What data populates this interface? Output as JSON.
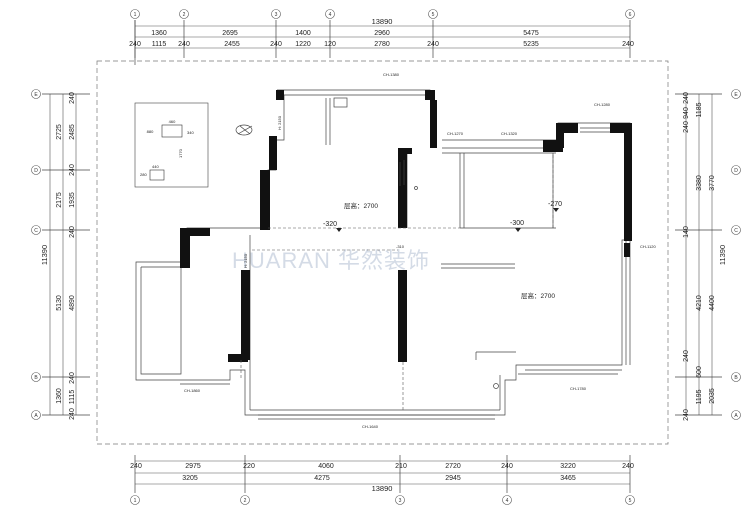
{
  "axes_x": [
    "1",
    "2",
    "3",
    "4",
    "5",
    "6"
  ],
  "axes_y": [
    "E",
    "D",
    "C",
    "B",
    "A"
  ],
  "top": {
    "total": "13890",
    "row1": [
      "1360",
      "2695",
      "1400",
      "2960",
      "5475"
    ],
    "row2": [
      "240",
      "1115",
      "240",
      "2455",
      "240",
      "1220",
      "120",
      "2780",
      "240",
      "5235",
      "240"
    ]
  },
  "bottom": {
    "total": "13890",
    "row1": [
      "240",
      "2975",
      "220",
      "4060",
      "210",
      "2720",
      "240",
      "3220",
      "240"
    ],
    "row2": [
      "3205",
      "4275",
      "2945",
      "3465"
    ]
  },
  "left": {
    "total": "11390",
    "outer": [
      "2725",
      "2175",
      "5130",
      "1360"
    ],
    "inner": [
      "240",
      "2485",
      "240",
      "1935",
      "240",
      "4890",
      "240",
      "1115",
      "240"
    ]
  },
  "right": {
    "total": "11390",
    "outer": [
      "3770",
      "4400",
      "2035"
    ],
    "mid": [
      "1185",
      "3380",
      "4210",
      "600",
      "1195"
    ],
    "inner": [
      "240",
      "940",
      "240",
      "140",
      "240",
      "240"
    ]
  },
  "rooms": {
    "height_a": "层高：2700",
    "height_b": "层高：2700"
  },
  "levels": {
    "l1": "-320",
    "l2": "-300",
    "l3": "-270",
    "l4": "-310"
  },
  "beam_h": "H: 2150",
  "beam_h2": "H: 2150",
  "window_tags": [
    "CH-1380",
    "CH-1270",
    "CH-1320",
    "CH-1280",
    "CH-1120",
    "CH-1860",
    "CH-1780",
    "CH-1640"
  ],
  "detail": {
    "d1": "460",
    "d2": "880",
    "d3": "340",
    "d4": "440",
    "d5": "280",
    "d6": "1770"
  },
  "watermark": "HUARAN 华然装饰"
}
